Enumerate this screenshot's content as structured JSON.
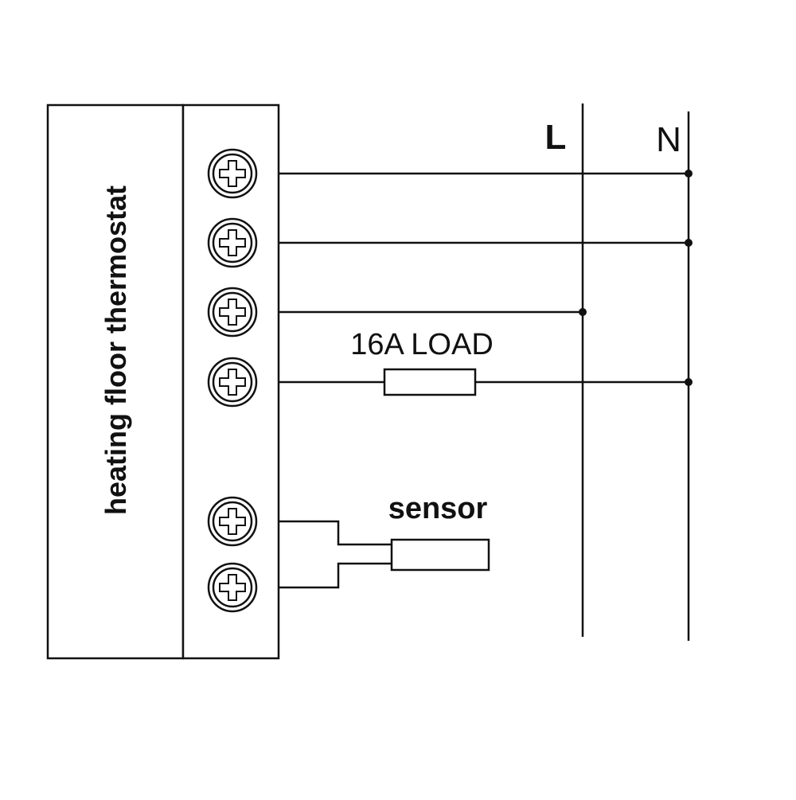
{
  "thermostat": {
    "label": "heating floor thermostat"
  },
  "mains": {
    "live_label": "L",
    "neutral_label": "N"
  },
  "load": {
    "label": "16A LOAD"
  },
  "sensor": {
    "label": "sensor"
  },
  "terminals": [
    {
      "name": "terminal-1"
    },
    {
      "name": "terminal-2"
    },
    {
      "name": "terminal-3"
    },
    {
      "name": "terminal-4"
    },
    {
      "name": "terminal-5"
    },
    {
      "name": "terminal-6"
    }
  ]
}
